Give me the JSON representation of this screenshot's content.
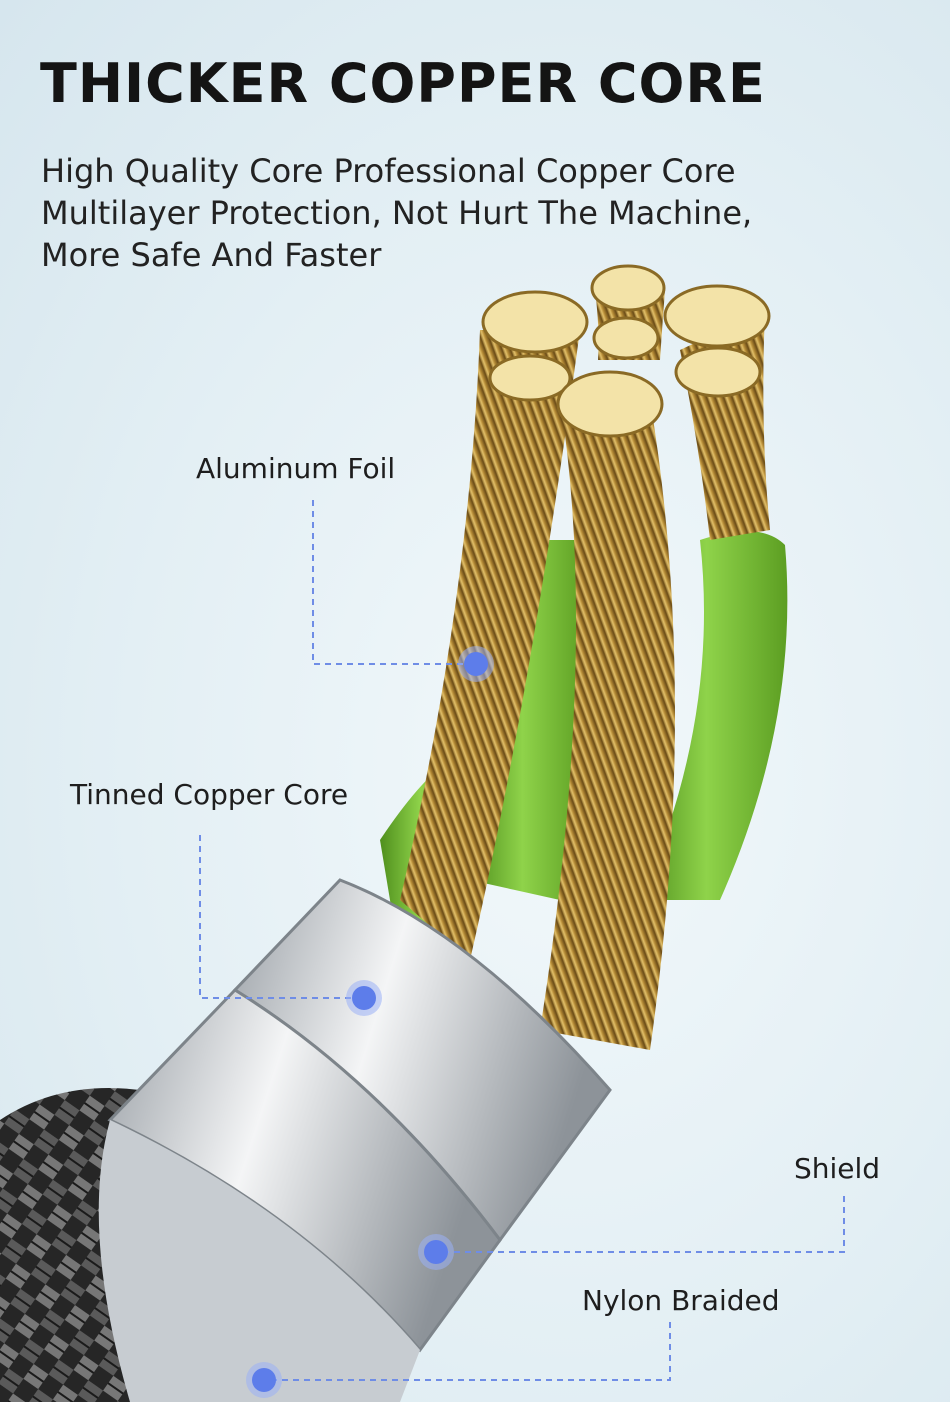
{
  "header": {
    "title": "THICKER COPPER CORE",
    "subtitle_lines": [
      "High Quality Core Professional Copper Core",
      "Multilayer Protection, Not Hurt The Machine,",
      "More Safe And Faster"
    ]
  },
  "callouts": {
    "aluminum_foil": "Aluminum Foil",
    "tinned_copper_core": "Tinned Copper Core",
    "shield": "Shield",
    "nylon_braided": "Nylon Braided"
  },
  "colors": {
    "accent_dot": "#5d7dea",
    "copper": "#c9a24c",
    "insulation_green": "#7cc23a",
    "sleeve_silver": "#d9dcdf",
    "braid": "#2b2b2b"
  }
}
